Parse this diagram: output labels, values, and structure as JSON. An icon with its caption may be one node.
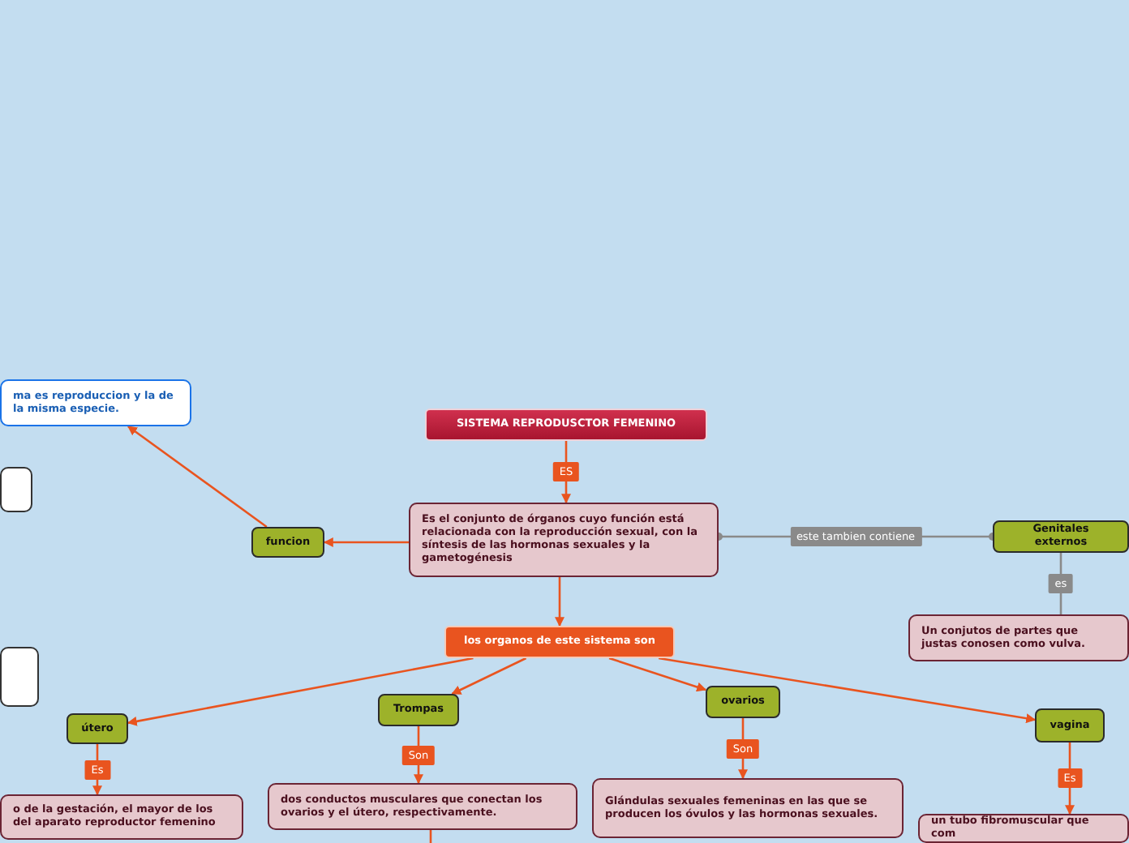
{
  "diagram": {
    "nodes": [
      {
        "text": [
          "SISTEMA REPRODUSCTOR FEMENINO"
        ]
      },
      {
        "text": [
          "Es el conjunto de órganos cuyo función está relacionada con la reproducción sexual, con la síntesis de las hormonas sexuales y la gametogénesis"
        ]
      },
      {
        "text": [
          "funcion"
        ]
      },
      {
        "text": [
          "ma es reproduccion y la de la misma especie."
        ]
      },
      {
        "text": [],
        "shape": "box"
      },
      {
        "text": [],
        "shape": "box"
      },
      {
        "text": [
          "los organos de este sistema son"
        ]
      },
      {
        "text": [
          "útero"
        ]
      },
      {
        "text": [
          "o de la gestación, el mayor de los del aparato reproductor femenino"
        ]
      },
      {
        "text": [
          "Trompas"
        ]
      },
      {
        "text": [
          "dos conductos musculares que conectan los ovarios y el útero, respectivamente."
        ]
      },
      {
        "text": [
          "ovarios"
        ]
      },
      {
        "text": [
          "Glándulas sexuales femeninas en las que se producen los óvulos y las hormonas sexuales."
        ]
      },
      {
        "text": [
          "vagina"
        ]
      },
      {
        "text": [
          "un tubo fibromuscular que com"
        ]
      },
      {
        "text": [
          "Genitales externos"
        ]
      },
      {
        "text": [
          "Un conjutos de partes que justas conosen como vulva."
        ]
      }
    ],
    "edges": [
      {
        "from": 0,
        "to": 1,
        "arrow": "to",
        "label": "ES"
      },
      {
        "from": 1,
        "to": 2,
        "arrow": "to"
      },
      {
        "from": 2,
        "to": 3,
        "arrow": "to"
      },
      {
        "from": 1,
        "to": 6,
        "arrow": "to"
      },
      {
        "from": 6,
        "to": 7,
        "arrow": "to"
      },
      {
        "from": 6,
        "to": 9,
        "arrow": "to"
      },
      {
        "from": 6,
        "to": 11,
        "arrow": "to"
      },
      {
        "from": 6,
        "to": 13,
        "arrow": "to"
      },
      {
        "from": 7,
        "to": 8,
        "arrow": "to",
        "label": "Es"
      },
      {
        "from": 9,
        "to": 10,
        "arrow": "to",
        "label": "Son"
      },
      {
        "from": 11,
        "to": 12,
        "arrow": "to",
        "label": "Son"
      },
      {
        "from": 13,
        "to": 14,
        "arrow": "to",
        "label": "Es"
      },
      {
        "from": 1,
        "to": 15,
        "arrow": "other",
        "label": "este tambien contiene",
        "color": "#8a8a8a"
      },
      {
        "from": 15,
        "to": 16,
        "arrow": "none",
        "label": "es",
        "color": "#8a8a8a"
      },
      {
        "from": 10,
        "to": null,
        "arrow": "none"
      }
    ]
  }
}
